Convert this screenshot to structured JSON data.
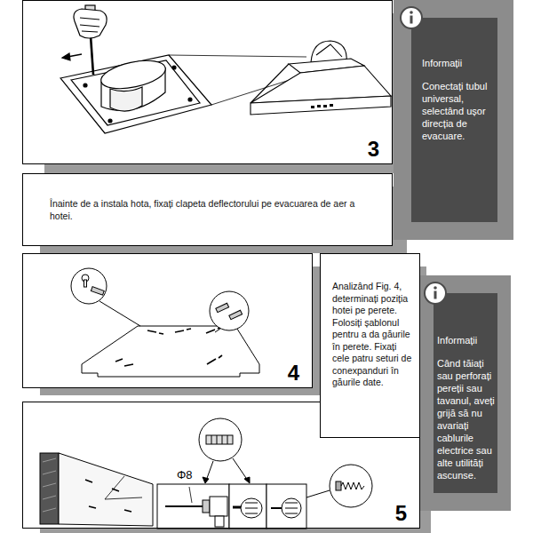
{
  "diagram": {
    "nodes": [
      {
        "text": [
          "3"
        ]
      },
      {
        "text": [
          "Informații",
          "Conectați tubul universal, selectând ușor direcția de evacuare."
        ]
      },
      {
        "text": [
          "Înainte de a instala hota, fixați clapeta deflectorului pe evacuarea de aer a hotei."
        ]
      },
      {
        "text": [
          "4"
        ]
      },
      {
        "text": [
          "Analizând Fig. 4, determinați poziția hotei pe perete. Folosiți șablonul pentru a da găurile în perete. Fixați cele patru seturi de conexpanduri în găurile date."
        ]
      },
      {
        "text": [
          "Informații",
          "Când tăiați sau perforați pereții sau tavanul, aveți grijă să nu avariați cablurile electrice sau alte utilități ascunse."
        ]
      },
      {
        "text": [
          "5"
        ]
      }
    ],
    "labels": [
      "Φ8"
    ]
  }
}
